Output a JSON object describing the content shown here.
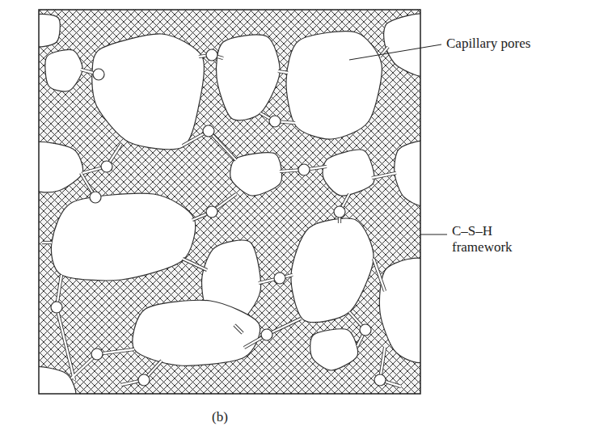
{
  "diagram": {
    "labels": [
      "Capillary pores",
      "C–S–H framework",
      "(b)"
    ]
  }
}
